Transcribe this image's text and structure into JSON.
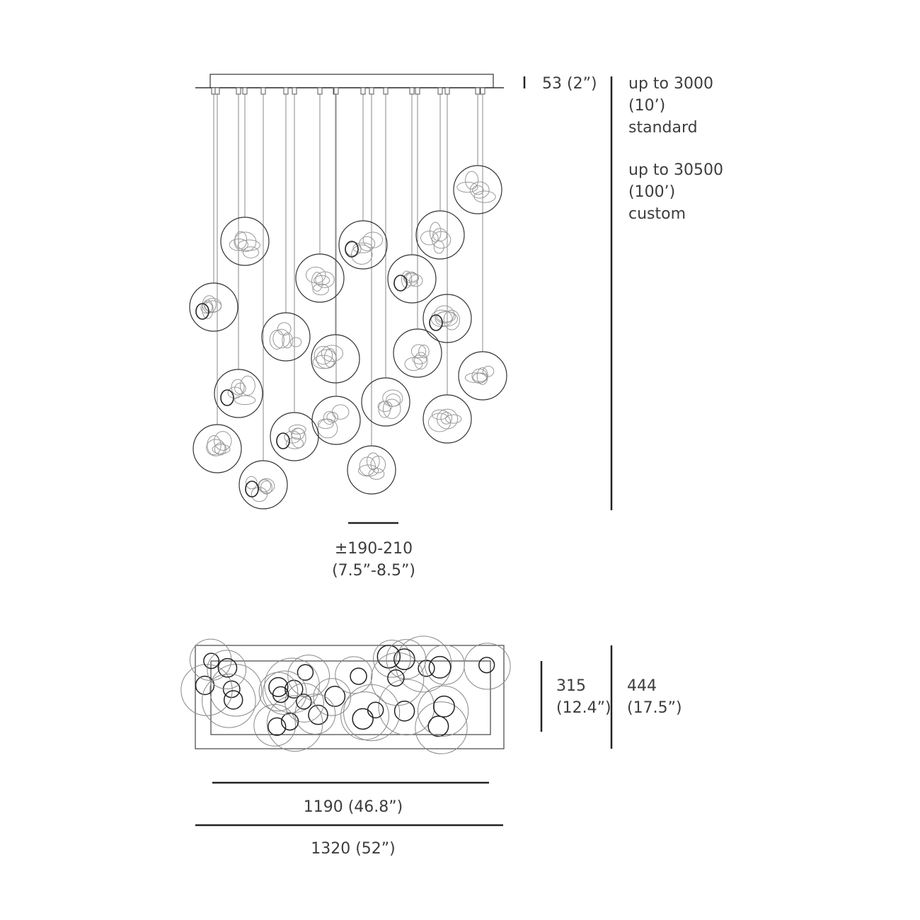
{
  "dimensions": {
    "canopy_height": "53 (2”)",
    "drop_length": {
      "standard": [
        "up to 3000",
        "(10’)",
        "standard"
      ],
      "custom": [
        "up to 30500",
        "(100’)",
        "custom"
      ]
    },
    "globe_diameter": [
      "±190-210",
      "(7.5”-8.5”)"
    ],
    "inner_depth": [
      "315",
      "(12.4”)"
    ],
    "outer_depth": [
      "444",
      "(17.5”)"
    ],
    "inner_width": "1190 (46.8”)",
    "outer_width": "1320  (52”)"
  },
  "colors": {
    "line": "#2a2a2a",
    "thin": "#777777",
    "text": "#3d3d3d"
  }
}
